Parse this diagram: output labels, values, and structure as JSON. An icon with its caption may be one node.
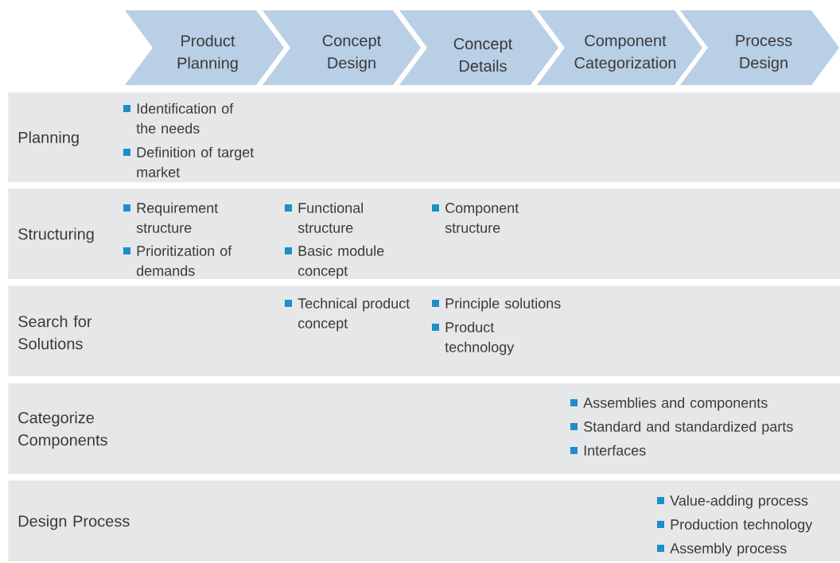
{
  "diagram": {
    "nodes": [
      {
        "text": [
          "Product Planning"
        ]
      },
      {
        "text": [
          "Concept Design"
        ]
      },
      {
        "text": [
          "Concept Details"
        ]
      },
      {
        "text": [
          "Component Categorization"
        ]
      },
      {
        "text": [
          "Process Design"
        ]
      },
      {
        "text": [
          "Planning",
          "Identification of the needs",
          "Definition of target market"
        ]
      },
      {
        "text": [
          "Structuring",
          "Requirement structure",
          "Prioritization of demands",
          "Functional structure",
          "Basic module concept",
          "Component structure"
        ]
      },
      {
        "text": [
          "Search for Solutions",
          "Technical product concept",
          "Principle solutions",
          "Product technology"
        ]
      },
      {
        "text": [
          "Categorize Components",
          "Assemblies and components",
          "Standard and standardized parts",
          "Interfaces"
        ]
      },
      {
        "text": [
          "Design Process",
          "Value-adding process",
          "Production technology",
          "Assembly process"
        ]
      }
    ]
  }
}
